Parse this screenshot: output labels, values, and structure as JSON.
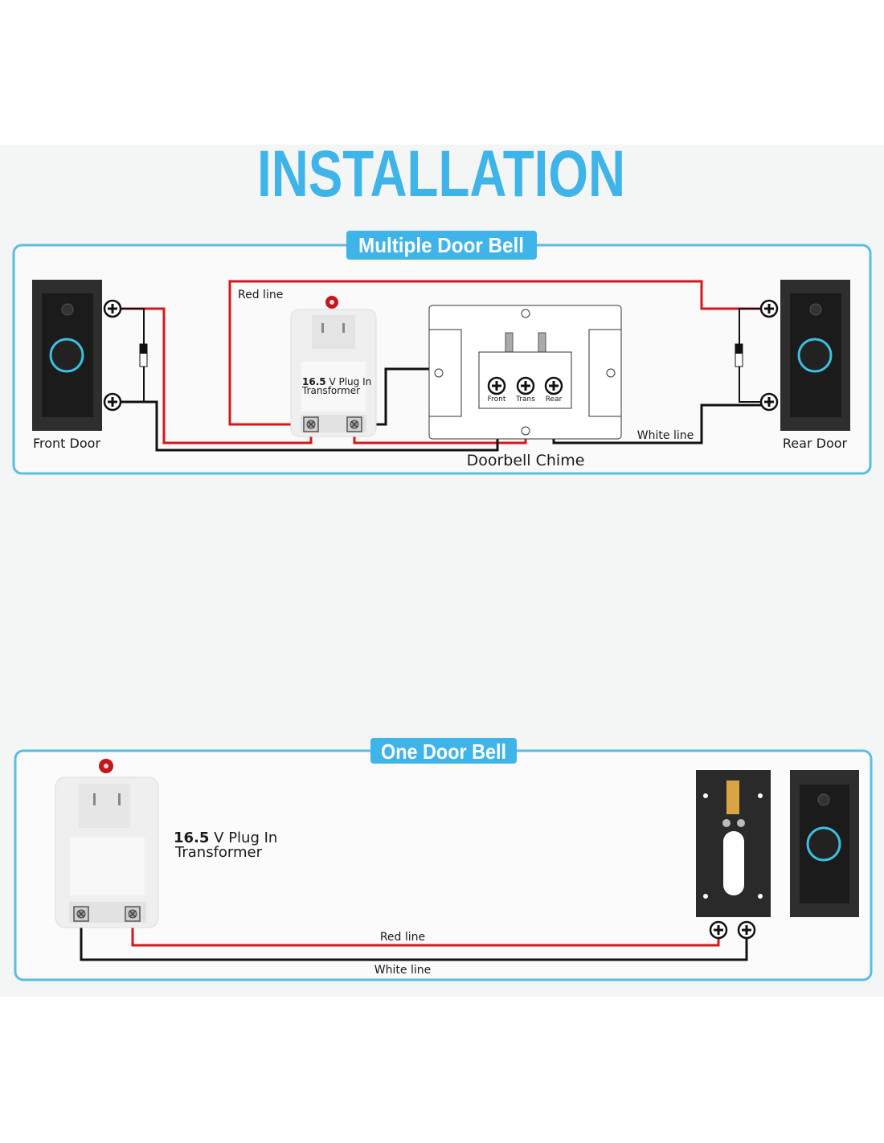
{
  "title": "INSTALLATION",
  "colors": {
    "accent": "#3fb4e8",
    "red_wire": "#d8161b",
    "black_wire": "#111111",
    "frame": "#5bbde0"
  },
  "multiple": {
    "heading": "Multiple Door Bell",
    "red_line_label": "Red line",
    "white_line_label": "White line",
    "front_door_label": "Front Door",
    "rear_door_label": "Rear Door",
    "chime_label": "Doorbell Chime",
    "transformer_voltage": "16.5",
    "transformer_line1": "V Plug In",
    "transformer_line2": "Transformer",
    "terminals": [
      "Front",
      "Trans",
      "Rear"
    ]
  },
  "single": {
    "heading": "One Door Bell",
    "transformer_voltage": "16.5",
    "transformer_line1": "V Plug In",
    "transformer_line2": "Transformer",
    "red_line_label": "Red line",
    "white_line_label": "White line"
  }
}
